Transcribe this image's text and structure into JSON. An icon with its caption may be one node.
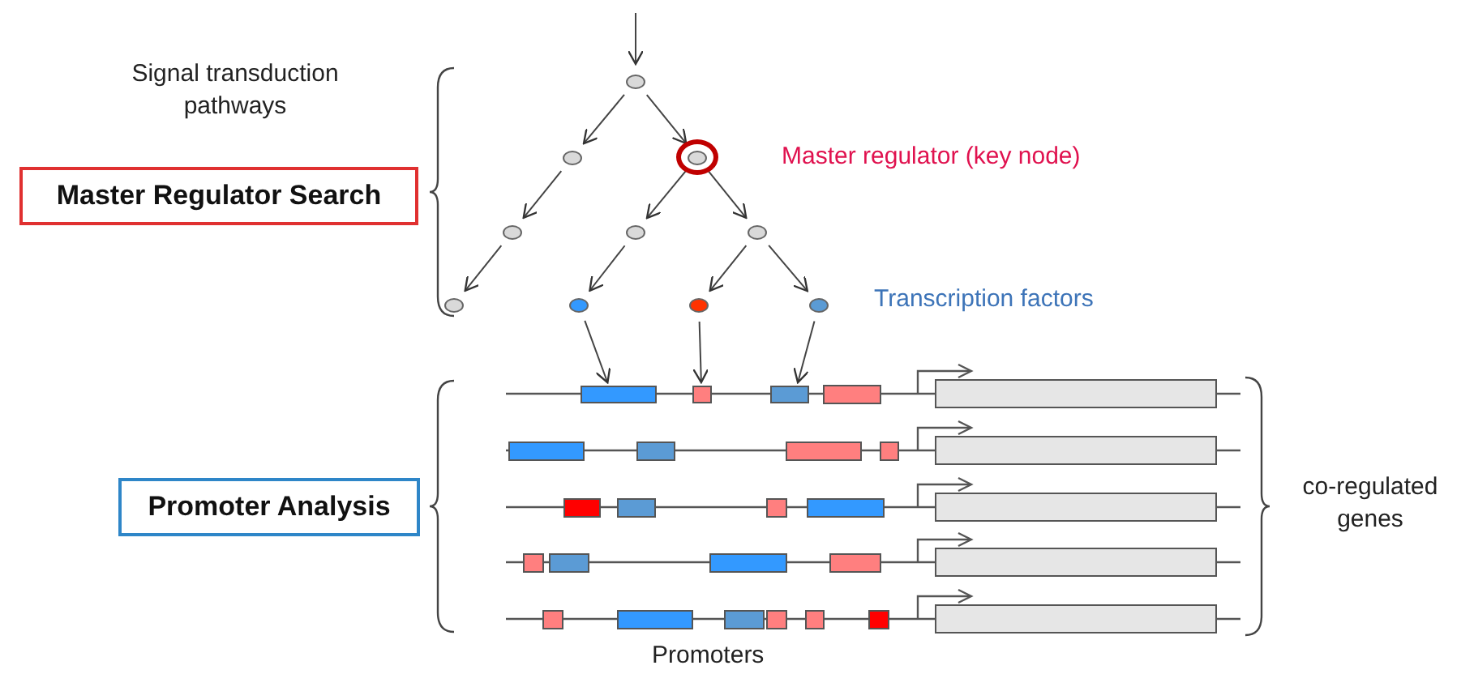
{
  "diagram": {
    "nodes": [
      {
        "text": [
          "Master Regulator Search"
        ]
      },
      {
        "text": [
          "Promoter Analysis"
        ]
      },
      {
        "text": [],
        "shape": "circle"
      },
      {
        "text": [],
        "shape": "circle"
      },
      {
        "text": [],
        "shape": "circle",
        "beside": [
          "Master regulator (key node)"
        ]
      },
      {
        "text": [],
        "shape": "circle"
      },
      {
        "text": [],
        "shape": "circle"
      },
      {
        "text": [],
        "shape": "circle"
      },
      {
        "text": [],
        "shape": "circle"
      },
      {
        "text": [],
        "shape": "circle"
      },
      {
        "text": [],
        "shape": "circle"
      },
      {
        "text": [],
        "shape": "circle"
      },
      {
        "text": [],
        "shape": "box"
      },
      {
        "text": [],
        "shape": "box"
      },
      {
        "text": [],
        "shape": "box"
      }
    ],
    "edges": [
      {
        "from": null,
        "to": 2,
        "arrow": "to"
      },
      {
        "from": 2,
        "to": 3,
        "arrow": "to"
      },
      {
        "from": 2,
        "to": 4,
        "arrow": "to"
      },
      {
        "from": 3,
        "to": 5,
        "arrow": "to"
      },
      {
        "from": 4,
        "to": 6,
        "arrow": "to"
      },
      {
        "from": 4,
        "to": 7,
        "arrow": "to"
      },
      {
        "from": 5,
        "to": 8,
        "arrow": "to"
      },
      {
        "from": 6,
        "to": 9,
        "arrow": "to"
      },
      {
        "from": 7,
        "to": 10,
        "arrow": "to"
      },
      {
        "from": 7,
        "to": 11,
        "arrow": "to"
      },
      {
        "from": 9,
        "to": 12,
        "arrow": "to"
      },
      {
        "from": 10,
        "to": 13,
        "arrow": "to"
      },
      {
        "from": 11,
        "to": 14,
        "arrow": "to"
      }
    ],
    "labels": [
      "Signal transduction pathways",
      "Transcription factors",
      "co-regulated genes",
      "Promoters"
    ]
  }
}
